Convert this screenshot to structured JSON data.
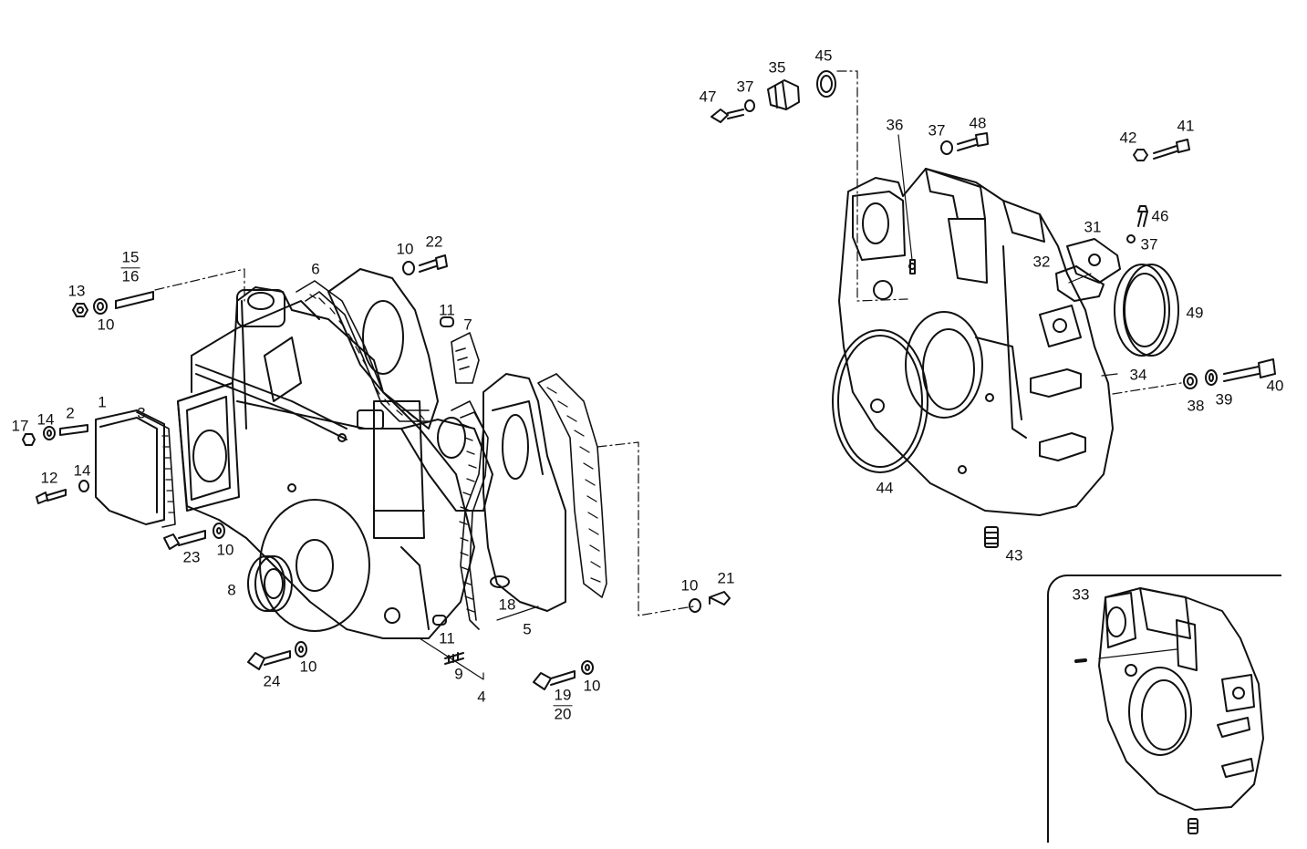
{
  "diagram": {
    "callouts": {
      "c1": "1",
      "c2": "2",
      "c3": "3",
      "c4": "4",
      "c5": "5",
      "c6": "6",
      "c7": "7",
      "c8": "8",
      "c9": "9",
      "c10a": "10",
      "c10b": "10",
      "c10c": "10",
      "c10d": "10",
      "c10e": "10",
      "c10f": "10",
      "c11a": "11",
      "c11b": "11",
      "c12": "12",
      "c13": "13",
      "c14a": "14",
      "c14b": "14",
      "c17": "17",
      "c18": "18",
      "c21": "21",
      "c22": "22",
      "c23": "23",
      "c24": "24",
      "c31": "31",
      "c32": "32",
      "c33": "33",
      "c34": "34",
      "c35": "35",
      "c36": "36",
      "c37a": "37",
      "c37b": "37",
      "c37c": "37",
      "c38": "38",
      "c39": "39",
      "c40": "40",
      "c41": "41",
      "c42": "42",
      "c43": "43",
      "c44": "44",
      "c45": "45",
      "c46": "46",
      "c47": "47",
      "c48": "48",
      "c49": "49"
    },
    "fractions": {
      "f15_16": {
        "num": "15",
        "den": "16"
      },
      "f19_20": {
        "num": "19",
        "den": "20"
      }
    }
  }
}
